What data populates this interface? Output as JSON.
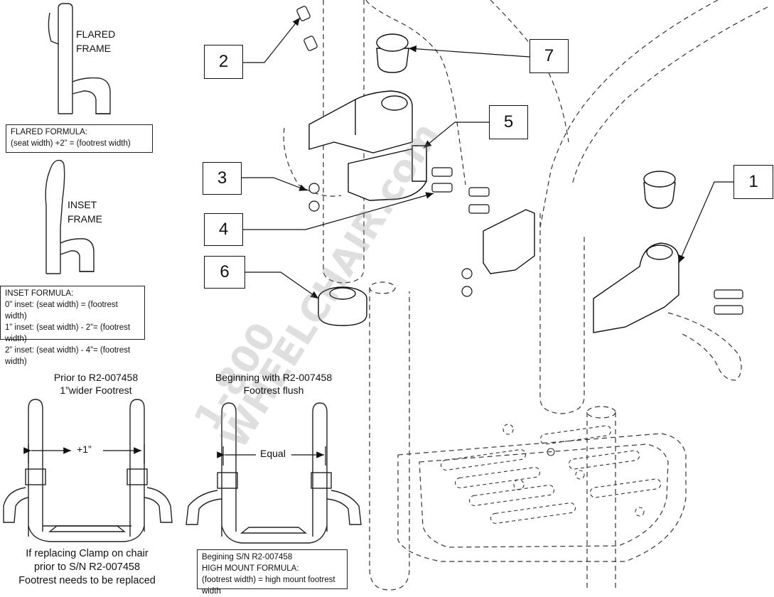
{
  "frames": {
    "flared": {
      "line1": "FLARED",
      "line2": "FRAME"
    },
    "inset": {
      "line1": "INSET",
      "line2": "FRAME"
    }
  },
  "flared_formula": {
    "title": "FLARED FORMULA:",
    "line1": "(seat width) +2”  = (footrest width)"
  },
  "inset_formula": {
    "title": "INSET FORMULA:",
    "line1": "0” inset: (seat width)       = (footrest width)",
    "line2": "1” inset: (seat width) - 2”= (footrest width)",
    "line3": "2” inset: (seat width) - 4”= (footrest width)"
  },
  "prior": {
    "title1": "Prior to R2-007458",
    "title2": "1”wider Footrest",
    "dim": "+1”",
    "note1": "If replacing Clamp on chair",
    "note2": "prior to S/N R2-007458",
    "note3": "Footrest needs to be replaced"
  },
  "beginning": {
    "title1": "Beginning with R2-007458",
    "title2": "Footrest flush",
    "dim": "Equal"
  },
  "high_mount": {
    "line1": "Begining S/N R2-007458",
    "line2": "HIGH MOUNT FORMULA:",
    "line3": "(footrest width)  = high mount footrest width"
  },
  "callouts": [
    "1",
    "2",
    "3",
    "4",
    "5",
    "6",
    "7"
  ],
  "watermark": {
    "line1": "1-800",
    "line2": "WHEELCHAIR.com"
  }
}
